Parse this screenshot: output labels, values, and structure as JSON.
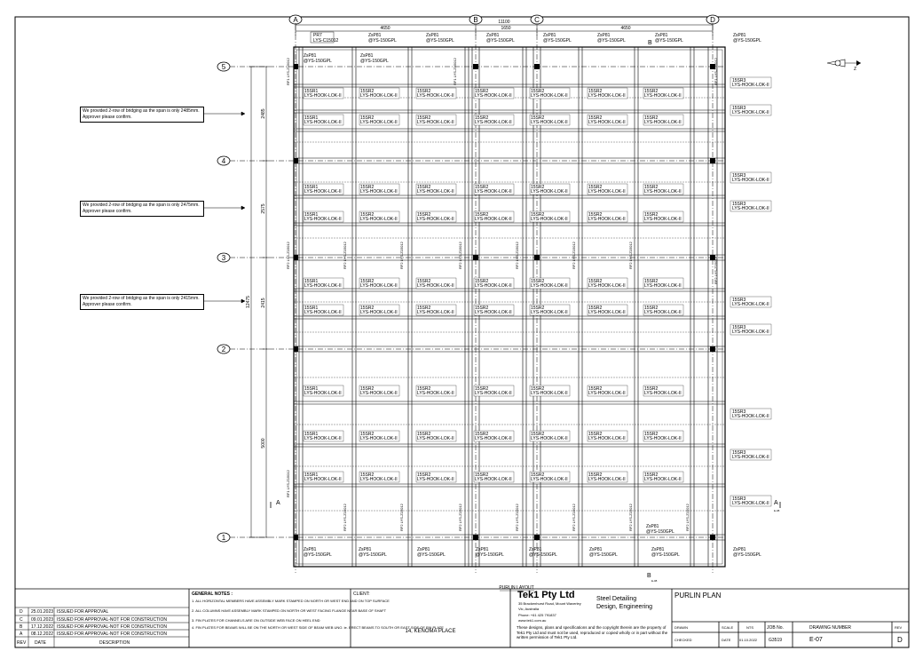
{
  "grid": {
    "columns": [
      "A",
      "B",
      "C",
      "D"
    ],
    "rows": [
      "5",
      "4",
      "3",
      "2",
      "1"
    ],
    "top_dims": {
      "overall": "11100",
      "a_b": "4650",
      "b_c": "1650",
      "c_d": "4650"
    },
    "left_dims": {
      "overall": "12475",
      "d54": "2485",
      "d43": "2575",
      "d32": "2415",
      "d21": "5000"
    }
  },
  "purlin_labels": {
    "p1": "15SR1",
    "p2": "15SR2",
    "p3": "15SR3",
    "hook": "LYS-HOOK-LOK-II",
    "zp": "ZsP81",
    "zpsub": "@YS-150GPL",
    "pr7": "PR7",
    "pr7sub": "LYS-C15012",
    "rf": "RF1 LYS-Z15012",
    "rf2": "RF2 LYS-Z15012"
  },
  "notes": {
    "n1_line1": "We provided 2-row of bridging as the span is only 2485mm.",
    "n1_line2": "Approver please confirm.",
    "n2_line1": "We provided 2-row of bridging as the span is only 2475mm.",
    "n2_line2": "Approver please confirm.",
    "n3_line1": "We provided 2-row of bridging as the span is only 2415mm.",
    "n3_line2": "Approver please confirm."
  },
  "section_marks": {
    "a": "A",
    "b": "B",
    "a_sub": "E-08",
    "b_sub": "E-08"
  },
  "layout_label": "PURLIN LAYOUT",
  "north": "Z",
  "revisions": {
    "rows": [
      {
        "rev": "D",
        "date": "25.01.2023",
        "desc": "ISSUED FOR APPROVAL"
      },
      {
        "rev": "C",
        "date": "09.01.2023",
        "desc": "ISSUED FOR APPROVAL-NOT FOR CONSTRUCTION"
      },
      {
        "rev": "B",
        "date": "17.12.2022",
        "desc": "ISSUED FOR APPROVAL-NOT FOR CONSTRUCTION"
      },
      {
        "rev": "A",
        "date": "08.12.2022",
        "desc": "ISSUED FOR APPROVAL-NOT FOR CONSTRUCTION"
      }
    ],
    "h_rev": "REV",
    "h_date": "DATE",
    "h_desc": "DESCRIPTION"
  },
  "general_notes": {
    "title": "GENERAL NOTES :",
    "n1": "1. ALL HORIZONTAL MEMBERS HAVE ASSEMBLY MARK STAMPED ON NORTH OR WEST END AND ON TOP SURFACE",
    "n2": "2. ALL COLUMNS HAVE ASSEMBLY MARK STAMPED ON NORTH OR WEST FACING FLANGE NEAR BASE OF SHAFT",
    "n3": "3. FIN PLATES FOR CHANNELS ARE ON OUTSIDE WEB FACE ON HEEL END",
    "n4": "4. FIN PLATES FOR BEAMS WILL BE ON THE NORTH OR WEST SIDE OF BEAM WEB UNO. ie. ERECT BEAMS TO SOUTH OR EAST SIDE OF FIN PLATE"
  },
  "client": {
    "label": "CLIENT:",
    "project": "14, KENOMA PLACE"
  },
  "company": {
    "name": "Tek1 Pty Ltd",
    "addr1": "35 Brackenhurst Road, Mount Waverley",
    "addr2": "Vic, Australia",
    "phone": "Phone: +61 425 791837",
    "web": "www.tek1.com.au",
    "svc1": "Steel Detailing",
    "svc2": "Design, Engineering",
    "disclaimer": "These designs, plans and specifications and the copyright therein are the property of Tek1 Pty Ltd and must not be used, reproduced or copied wholly or in part without the written permission of Tek1 Pty Ltd."
  },
  "titleblock": {
    "title": "PURLIN PLAN",
    "drawn": "DRAWN",
    "checked": "CHECKED",
    "scale_l": "SCALE",
    "scale_v": "NTS",
    "date_l": "DATE",
    "date_v": "01.10.2022",
    "job_l": "JOB No.",
    "job_v": "G3519",
    "dwg_l": "DRAWING NUMBER",
    "dwg_v": "E-07",
    "rev_l": "REV",
    "rev_v": "D"
  }
}
